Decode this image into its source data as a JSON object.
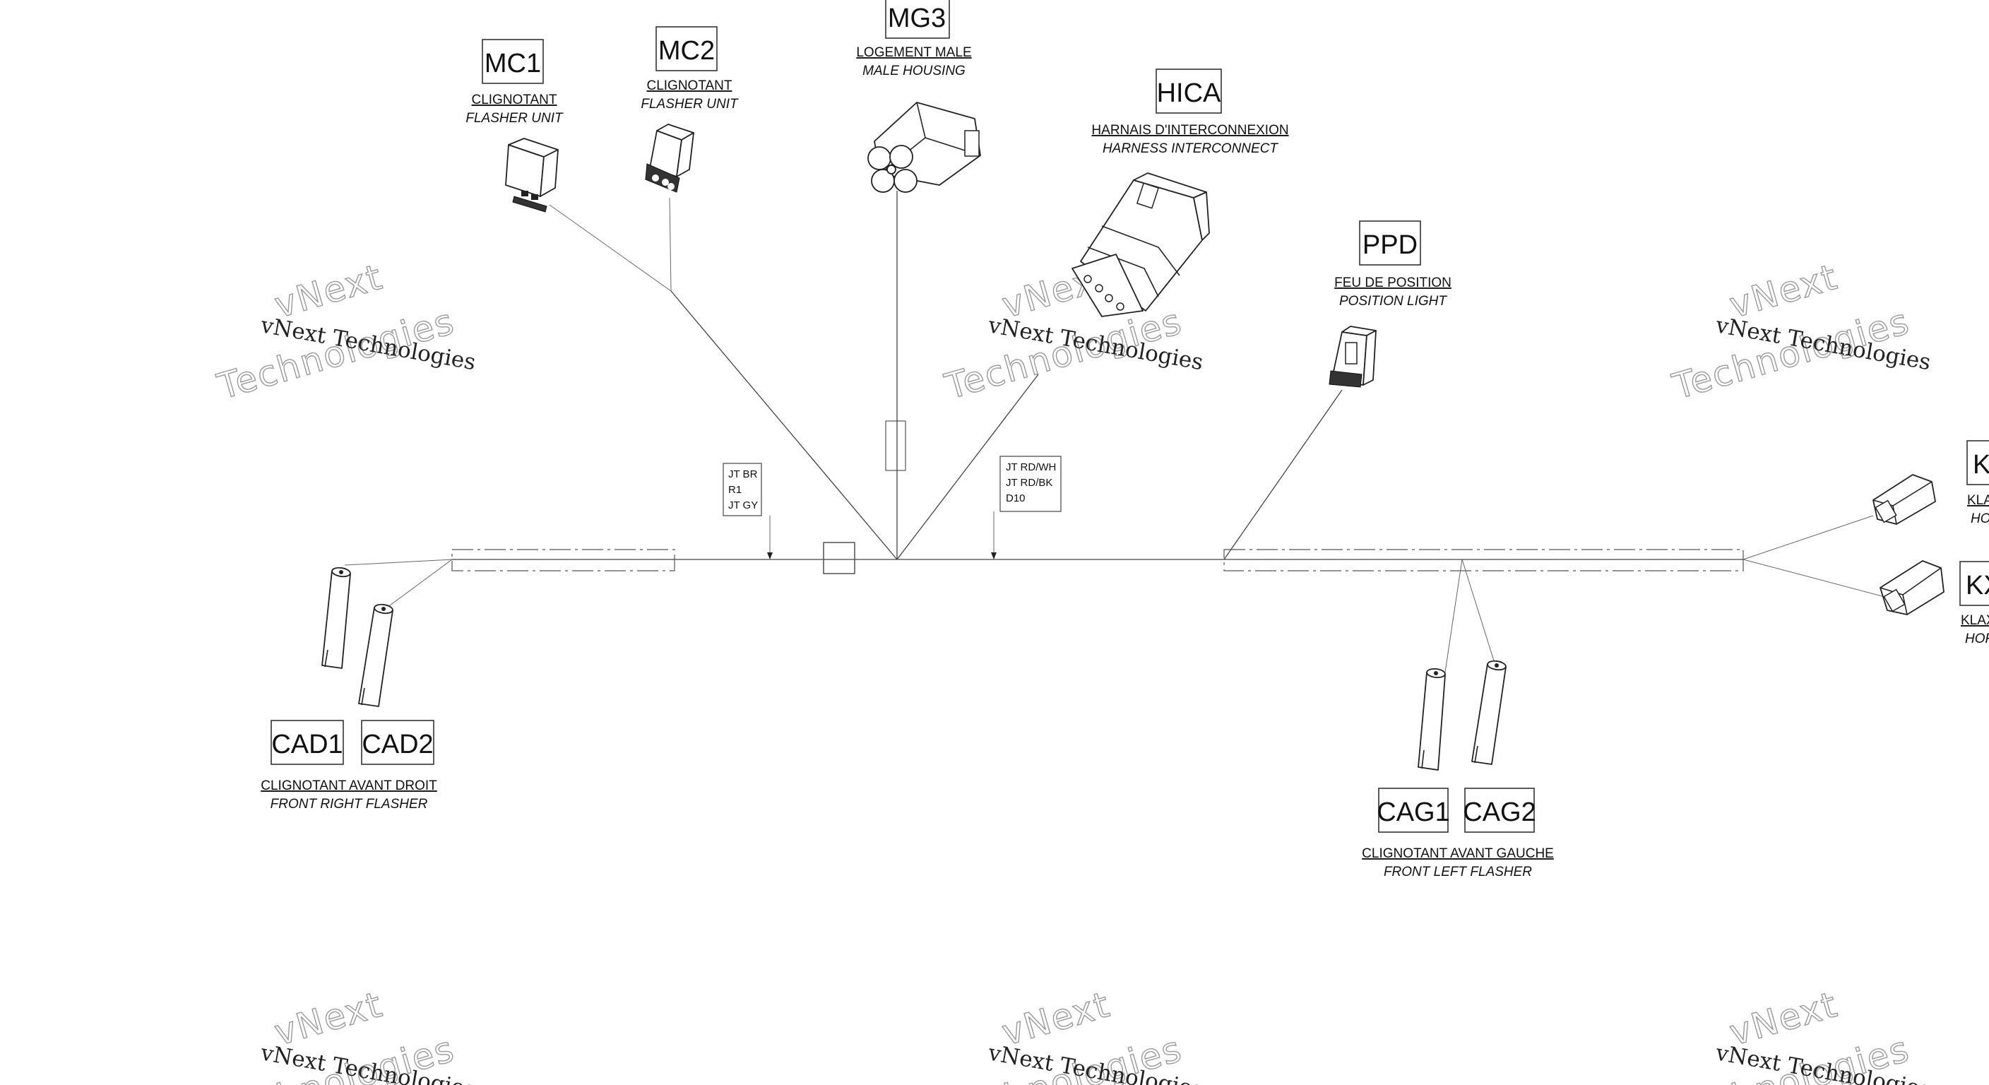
{
  "connectors": {
    "mc1": {
      "code": "MC1",
      "fr": "CLIGNOTANT",
      "en": "FLASHER UNIT"
    },
    "mc2": {
      "code": "MC2",
      "fr": "CLIGNOTANT",
      "en": "FLASHER UNIT"
    },
    "mg3": {
      "code": "MG3",
      "fr": "LOGEMENT MALE",
      "en": "MALE HOUSING"
    },
    "hica": {
      "code": "HICA",
      "fr": "HARNAIS D'INTERCONNEXION",
      "en": "HARNESS INTERCONNECT"
    },
    "ppd": {
      "code": "PPD",
      "fr": "FEU DE POSITION",
      "en": "POSITION LIGHT"
    },
    "kx_top": {
      "code": "KX",
      "fr": "KLA",
      "en": "HO"
    },
    "kx_bottom": {
      "code": "KX",
      "fr": "KLAX",
      "en": "HOR"
    },
    "cad1": {
      "code": "CAD1"
    },
    "cad2": {
      "code": "CAD2"
    },
    "cad": {
      "fr": "CLIGNOTANT AVANT DROIT",
      "en": "FRONT RIGHT FLASHER"
    },
    "cag1": {
      "code": "CAG1"
    },
    "cag2": {
      "code": "CAG2"
    },
    "cag": {
      "fr": "CLIGNOTANT AVANT GAUCHE",
      "en": "FRONT LEFT FLASHER"
    }
  },
  "splice_tags": {
    "left": [
      "JT BR",
      "R1",
      "JT GY"
    ],
    "right": [
      "JT RD/WH",
      "JT RD/BK",
      "D10"
    ]
  },
  "watermark": {
    "line1": "vNext Technologies",
    "line2": "Technologies",
    "line3": "vNext"
  }
}
